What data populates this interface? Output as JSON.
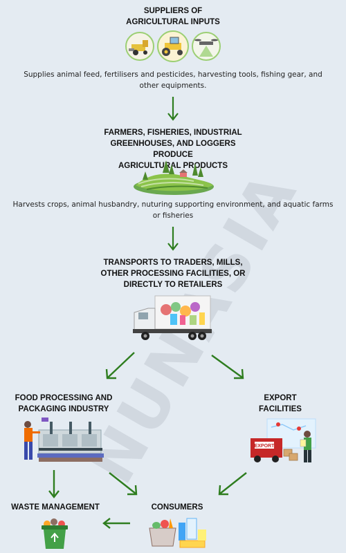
{
  "watermark": "NUNASIA",
  "nodes": {
    "suppliers": {
      "title": "SUPPLIERS OF\nAGRICULTURAL INPUTS",
      "desc": "Supplies animal feed, fertilisers and pesticides, harvesting tools, fishing gear, and other equipments."
    },
    "producers": {
      "title": "FARMERS, FISHERIES, INDUSTRIAL\nGREENHOUSES, AND LOGGERS PRODUCE\nAGRICULTURAL PRODUCTS",
      "desc": "Harvests crops, animal husbandry, nuturing supporting environment, and aquatic farms or fisheries"
    },
    "transport": {
      "title": "TRANSPORTS TO TRADERS, MILLS,\nOTHER PROCESSING FACILITIES, OR\nDIRECTLY TO RETAILERS"
    },
    "processing": {
      "title": "FOOD PROCESSING AND\nPACKAGING INDUSTRY"
    },
    "export": {
      "title": "EXPORT\nFACILITIES",
      "sign_label": "EXPORT"
    },
    "consumers": {
      "title": "CONSUMERS"
    },
    "waste": {
      "title": "WASTE MANAGEMENT"
    }
  },
  "colors": {
    "background": "#e4ebf2",
    "arrow": "#2e7d1f",
    "text": "#111111"
  },
  "icons": [
    "tractor-icon",
    "harvester-icon",
    "drone-icon",
    "farm-field-icon",
    "truck-icon",
    "factory-icon",
    "export-truck-icon",
    "grocery-icon",
    "compost-bin-icon"
  ]
}
